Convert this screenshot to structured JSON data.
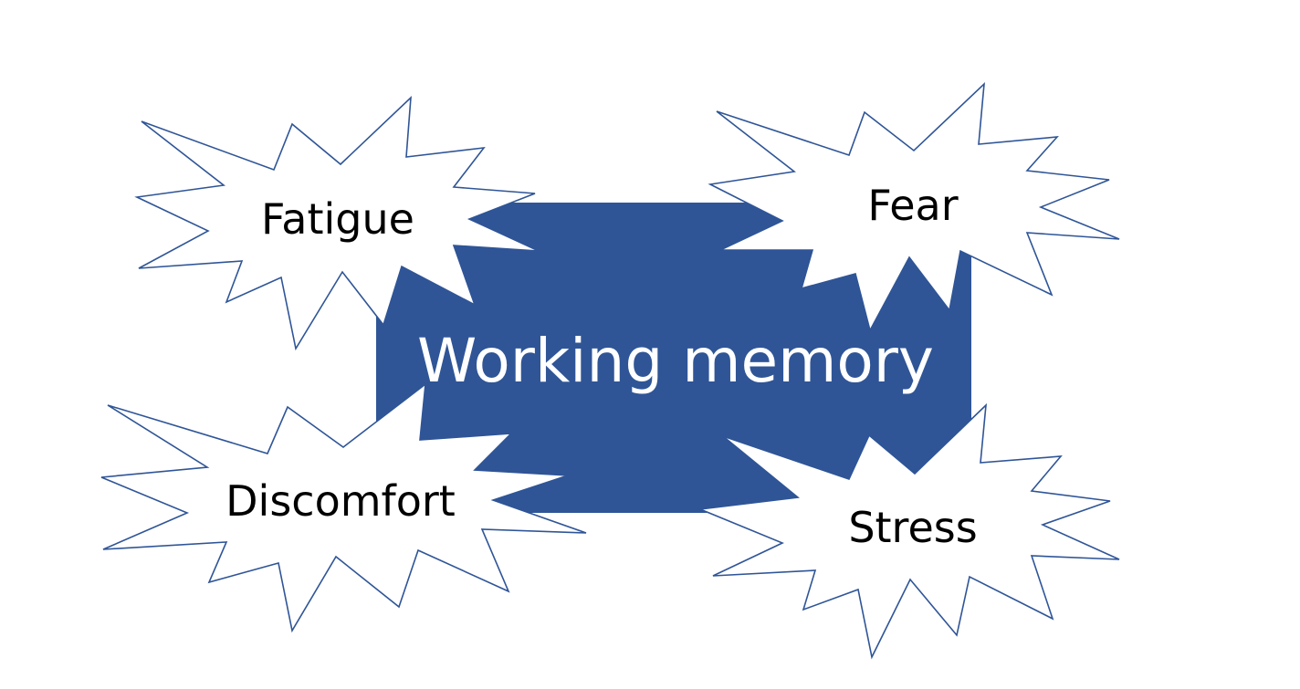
{
  "center": {
    "label": "Working memory",
    "color": "#2f5597"
  },
  "bursts": [
    {
      "id": "fatigue",
      "label": "Fatigue"
    },
    {
      "id": "fear",
      "label": "Fear"
    },
    {
      "id": "discomfort",
      "label": "Discomfort"
    },
    {
      "id": "stress",
      "label": "Stress"
    }
  ],
  "burst_outline_color": "#2f5597"
}
